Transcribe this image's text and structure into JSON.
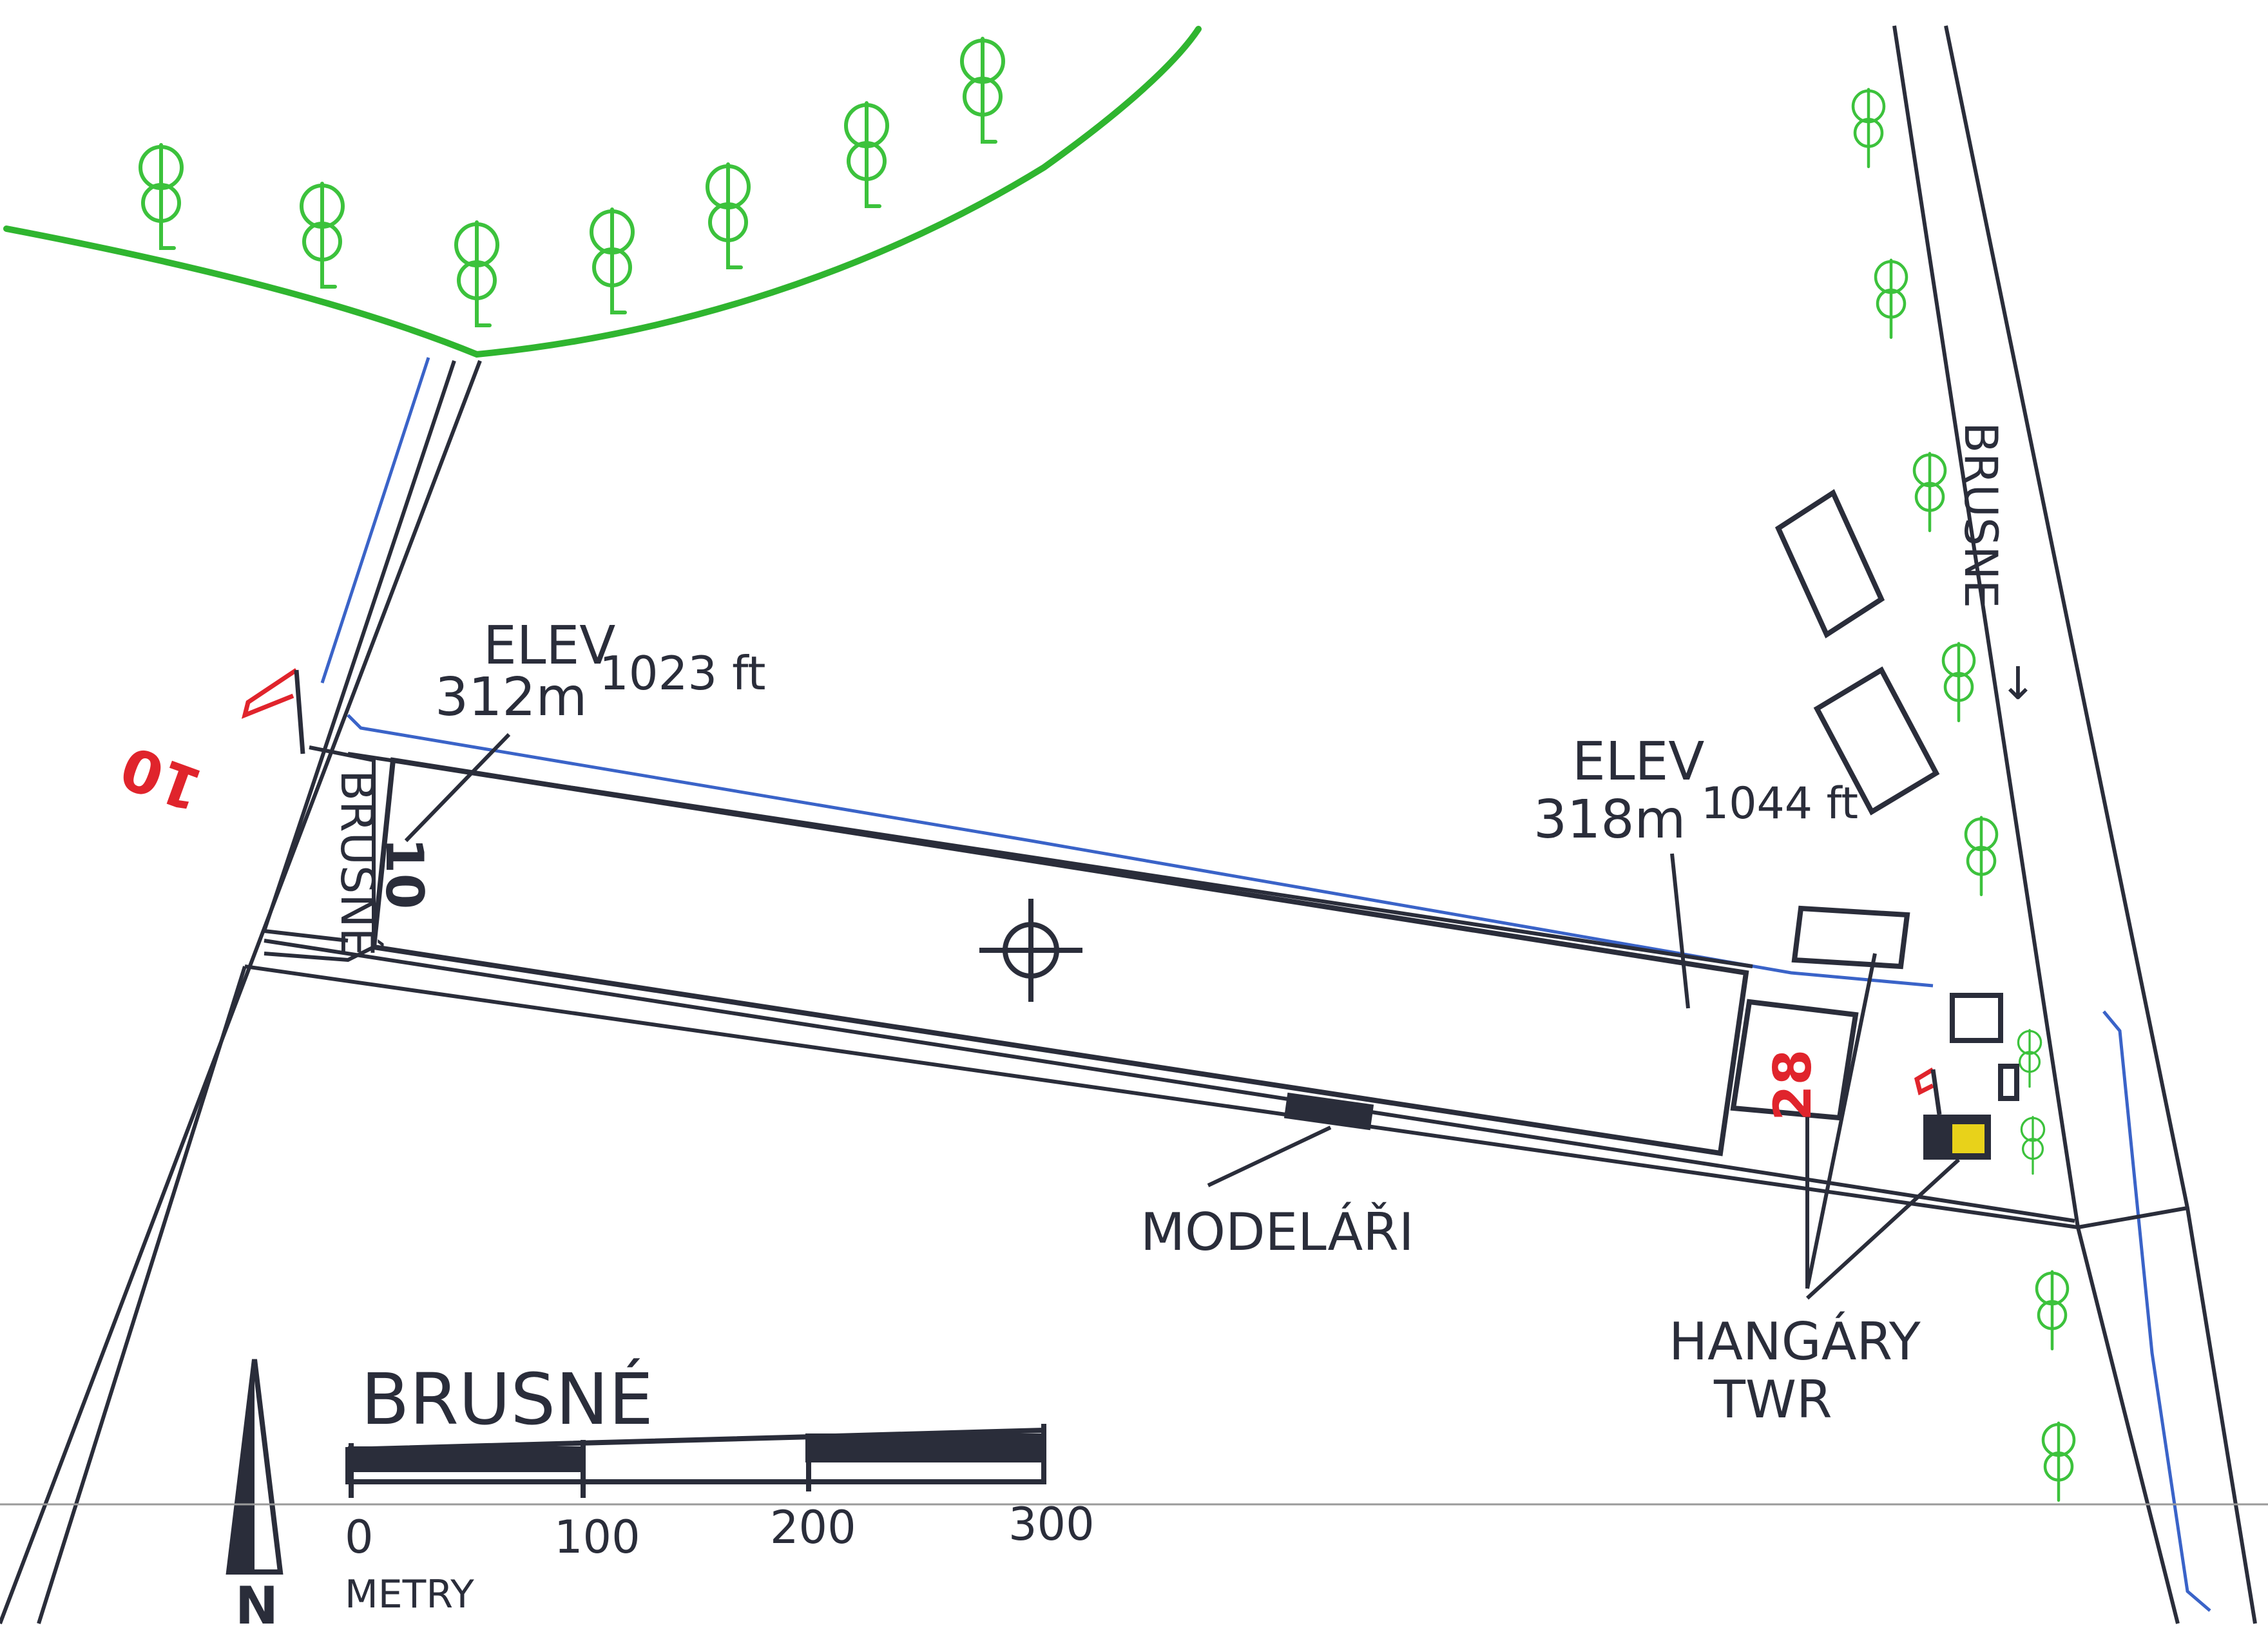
{
  "map": {
    "title": "BRUSNÉ",
    "road_labels": {
      "east": "BRUSNE",
      "east_arrow": "→",
      "west": "BRUSNÉ"
    },
    "runway": {
      "designator_west": "10",
      "designator_east": "28",
      "designator_west_outside": "10"
    },
    "elevations": {
      "west": {
        "label": "ELEV",
        "meters": "312m",
        "feet": "1023 ft"
      },
      "east": {
        "label": "ELEV",
        "meters": "318m",
        "feet": "1044 ft"
      }
    },
    "labels": {
      "modelari": "MODELÁŘI",
      "hangars": "HANGÁRY",
      "tower": "TWR"
    },
    "scale_bar": {
      "ticks": [
        "0",
        "100",
        "200",
        "300"
      ],
      "unit": "METRY"
    },
    "north_arrow": "N",
    "colors": {
      "ink": "#2a2d3a",
      "trees": "#3cc23c",
      "forest_edge": "#2fb52f",
      "water": "#3a63c8",
      "windsock": "#e0242c",
      "runway_numbers": "#e0242c",
      "tower_fill": "#e8d21a"
    }
  }
}
